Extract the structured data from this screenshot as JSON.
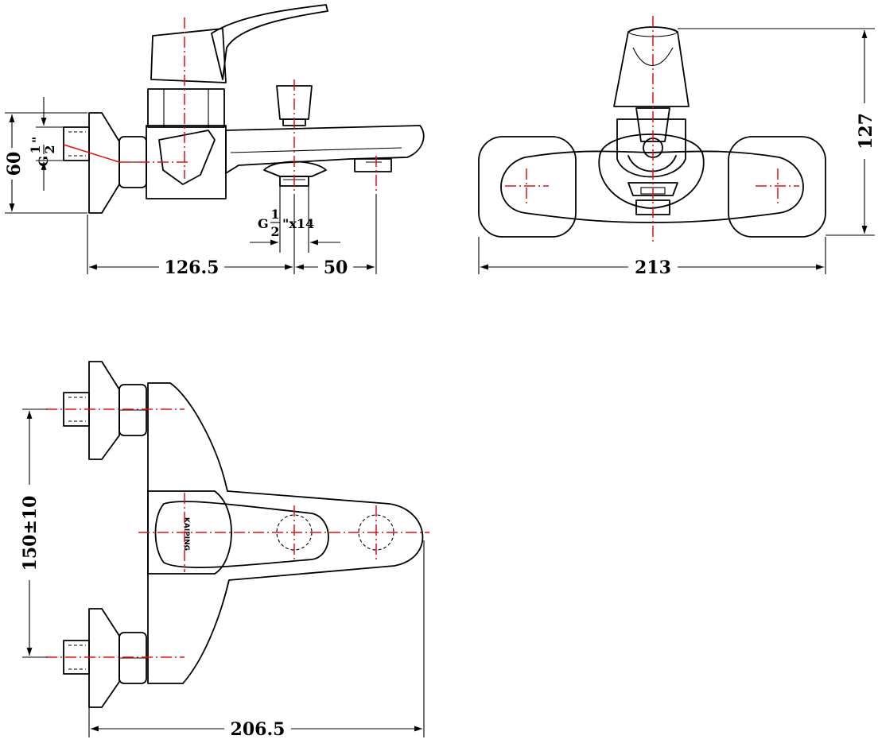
{
  "views": {
    "side": {
      "dim_height": "60",
      "dim_inlet_thread": "G",
      "dim_inlet_frac_num": "1",
      "dim_inlet_frac_den": "2",
      "dim_inlet_quote": "\"",
      "dim_outlet_thread_prefix": "G",
      "dim_outlet_frac_num": "1",
      "dim_outlet_frac_den": "2",
      "dim_outlet_thread_suffix": "\"x14",
      "dim_length": "126.5",
      "dim_spout": "50"
    },
    "front": {
      "dim_width": "213",
      "dim_height": "127"
    },
    "top": {
      "dim_centers": "150±10",
      "dim_depth": "206.5",
      "logo_text": "KAIPING"
    }
  },
  "colors": {
    "outline": "#000000",
    "centerline": "#e01010"
  }
}
